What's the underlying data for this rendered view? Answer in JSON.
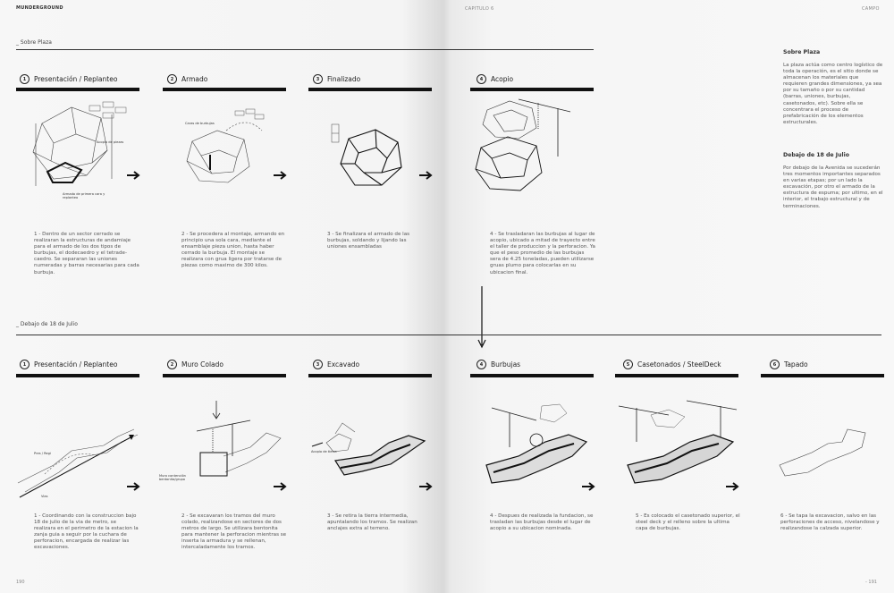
{
  "header": {
    "left": "MUNDERGROUND",
    "center": "CAPITULO 6",
    "right": "CAMPO"
  },
  "sections": {
    "top": "_ Sobre Plaza",
    "bottom": "_ Debajo de 18 de Julio"
  },
  "top_stages": [
    {
      "num": "1",
      "title": "Presentación / Replanteo",
      "text": "1 - Dentro de un sector cerrado se realizaran la estructuras de andamiaje para el armado de los dos tipos de burbujas, el dodecaedro y el tetrade-caedro. Se separaran las uniones numeradas y barras necesarias para cada burbuja."
    },
    {
      "num": "2",
      "title": "Armado",
      "text": "2 - Se procedera al montaje, armando en principio una sola cara, mediante el ensamblaje pieza union, hasta haber cerrado la burbuja. El montaje se realizara con grua ligera por tratarse de piezas como maximo de 300 kilos."
    },
    {
      "num": "3",
      "title": "Finalizado",
      "text": "3 - Se finalizara el armado de las burbujas, soldando y lijando las uniones ensambladas"
    },
    {
      "num": "4",
      "title": "Acopio",
      "text": "4 - Se trasladaran las burbujas al lugar de acopio, ubicado a mitad de trayecto entre el taller de produccion y la perforacion. Ya que el peso promedio de las burbujas sera de 4.25 toneladas, pueden utilizarse gruas plumo para colocarlas en su ubicacion final."
    }
  ],
  "bottom_stages": [
    {
      "num": "1",
      "title": "Presentación / Replanteo",
      "text": "1 - Coordinando con la  construccion bajo 18 de julio de la via de metro, se realizara en el perimetro de la estacion la zanja guia a seguir por la cuchara de perforacion, encargada de realizar las excavaciones."
    },
    {
      "num": "2",
      "title": "Muro Colado",
      "text": "2 - Se excavaran los tramos del muro colado, realizandose en sectores de dos metros de largo. Se utilizara bentonita para mantener la perforacion mientras se inserta la armadura y se rellenan, intercaladamente los tramos."
    },
    {
      "num": "3",
      "title": "Excavado",
      "text": "3 - Se retira la tierra intermedia, apuntalando los tramos. Se realizan anclajes extra al terreno."
    },
    {
      "num": "4",
      "title": "Burbujas",
      "text": "4 - Despues de realizada la fundacion, se trasladan las burbujas desde el lugar de acopio a su ubicacion nominada."
    },
    {
      "num": "5",
      "title": "Casetonados / SteelDeck",
      "text": "5 - Es colocado el casetonado superior, el steel deck y el relleno sobre la ultima capa de burbujas."
    },
    {
      "num": "6",
      "title": "Tapado",
      "text": "6 - Se tapa la excavacion, salvo en las perforaciones de acceso, nivelandose y realizandose la calzada superior."
    }
  ],
  "sidebar": {
    "title1": "Sobre Plaza",
    "text1": "La plaza actúa como centro logístico de toda la operación, es el sitio donde se almacenan los materiales que requieren grandes dimensiones, ya sea por su tamaño o por su cantidad (barras, uniones, burbujas, casetonados, etc). Sobre ella se concentrara el proceso de prefabricación de los elementos estructurales.",
    "title2": "Debajo de 18 de Julio",
    "text2": "Por debajo de la Avenida se sucederán tres momentos importantes separados en varias etapas; por un lado la excavación, por otro el armado de la estructura de espuma; por ultimo, en el interior, el trabajo estructural y de terminaciones."
  },
  "diagram_labels": {
    "acopio_piezas": "Acopio de piezas",
    "armado_primera_cara": "Armado de primera cara y replanteo",
    "caras_burbujas": "Caras de burbujas",
    "pres_regi": "Pres / Regi",
    "vias": "Vias",
    "muro_colado_label": "Muro contención bentonita/grupo",
    "acopio_tierra": "Acopio de tierra"
  },
  "pages": {
    "left": "190",
    "right": "- 191"
  }
}
